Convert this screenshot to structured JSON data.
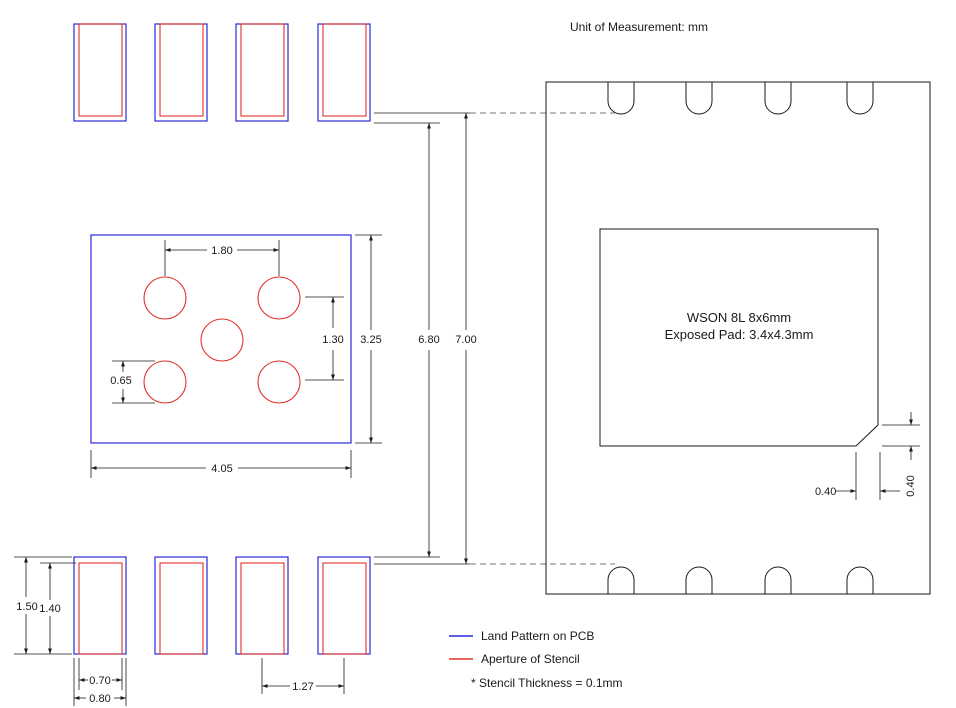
{
  "header": {
    "unit_label": "Unit of Measurement: mm"
  },
  "package": {
    "title_line1": "WSON 8L 8x6mm",
    "title_line2": "Exposed Pad: 3.4x4.3mm"
  },
  "dimensions": {
    "ep_hole_pitch": "1.80",
    "ep_hole_row_pitch": "1.30",
    "ep_hole_diameter": "0.65",
    "ep_height": "3.25",
    "ep_width": "4.05",
    "inner_span": "6.80",
    "outer_span": "7.00",
    "pad_length_outer": "1.50",
    "pad_length_inner": "1.40",
    "aperture_width": "0.70",
    "pad_width": "0.80",
    "pad_pitch": "1.27",
    "chamfer_x": "0.40",
    "chamfer_y": "0.40"
  },
  "legend": {
    "land_pattern": "Land Pattern on PCB",
    "aperture": "Aperture of Stencil",
    "note": "* Stencil Thickness = 0.1mm",
    "colors": {
      "land_pattern": "#2a2ad6",
      "aperture": "#e0302a"
    }
  }
}
